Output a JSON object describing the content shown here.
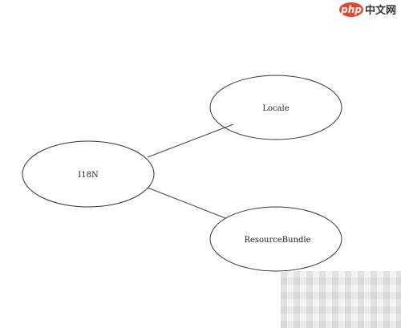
{
  "watermark": {
    "logo_text": "php",
    "site_text": "中文网"
  },
  "diagram": {
    "nodes": [
      {
        "id": "i18n",
        "label": "I18N"
      },
      {
        "id": "locale",
        "label": "Locale"
      },
      {
        "id": "resourcebundle",
        "label": "ResourceBundle"
      }
    ],
    "edges": [
      {
        "from": "i18n",
        "to": "locale"
      },
      {
        "from": "i18n",
        "to": "resourcebundle"
      }
    ]
  }
}
